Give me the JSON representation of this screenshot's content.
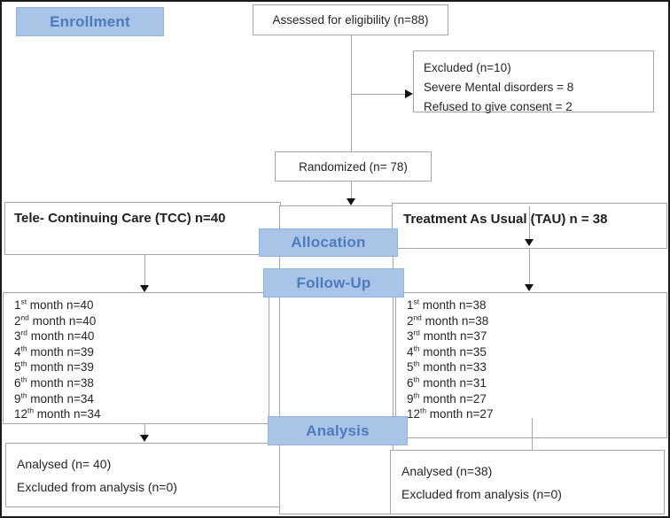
{
  "palette": {
    "stage_label_fill": "#a9c4e6",
    "stage_label_border": "#8fb3dd",
    "stage_label_text": "#4a7cbf",
    "box_border": "#a6a6a6",
    "connector_line": "#a6a6a6",
    "arrowhead": "#111111",
    "frame_border": "#1a1a1a"
  },
  "stage_labels": {
    "enrollment": "Enrollment",
    "allocation": "Allocation",
    "follow_up": "Follow-Up",
    "analysis": "Analysis"
  },
  "flow": {
    "assessed": {
      "text": "Assessed for eligibility (n=88)"
    },
    "excluded": {
      "line1": "Excluded (n=10)",
      "line2": "Severe Mental disorders = 8",
      "line3": "Refused to give consent = 2"
    },
    "randomized": {
      "text": "Randomized (n= 78)"
    },
    "arm_left": {
      "title": "Tele- Continuing Care (TCC) n=40"
    },
    "arm_right": {
      "title": "Treatment As Usual (TAU) n = 38"
    },
    "followup_left": {
      "rows": [
        {
          "o": "1",
          "s": "st",
          "t": " month n=40"
        },
        {
          "o": "2",
          "s": "nd",
          "t": " month n=40"
        },
        {
          "o": "3",
          "s": "rd",
          "t": " month n=40"
        },
        {
          "o": "4",
          "s": "th",
          "t": " month n=39"
        },
        {
          "o": "5",
          "s": "th",
          "t": " month n=39"
        },
        {
          "o": "6",
          "s": "th",
          "t": " month n=38"
        },
        {
          "o": "9",
          "s": "th",
          "t": " month n=34"
        },
        {
          "o": "12",
          "s": "th",
          "t": " month n=34"
        }
      ]
    },
    "followup_right": {
      "rows": [
        {
          "o": "1",
          "s": "st",
          "t": " month n=38"
        },
        {
          "o": "2",
          "s": "nd",
          "t": " month n=38"
        },
        {
          "o": "3",
          "s": "rd",
          "t": " month n=37"
        },
        {
          "o": "4",
          "s": "th",
          "t": " month n=35"
        },
        {
          "o": "5",
          "s": "th",
          "t": " month n=33"
        },
        {
          "o": "6",
          "s": "th",
          "t": " month n=31"
        },
        {
          "o": "9",
          "s": "th",
          "t": " month n=27"
        },
        {
          "o": "12",
          "s": "th",
          "t": " month n=27"
        }
      ]
    },
    "analysis_left": {
      "line1": "Analysed (n= 40)",
      "line2": "Excluded from analysis (n=0)"
    },
    "analysis_right": {
      "line1": "Analysed (n=38)",
      "line2": "Excluded from analysis (n=0)"
    }
  }
}
